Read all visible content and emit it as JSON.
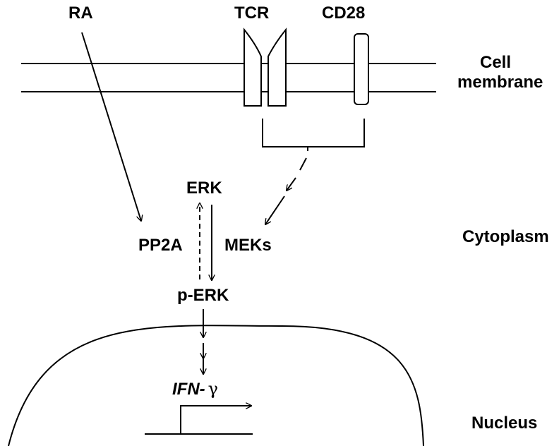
{
  "labels": {
    "ra": "RA",
    "tcr": "TCR",
    "cd28": "CD28",
    "cell_membrane_line1": "Cell",
    "cell_membrane_line2": "membrane",
    "erk": "ERK",
    "pp2a": "PP2A",
    "meks": "MEKs",
    "cytoplasm": "Cytoplasm",
    "p_erk": "p-ERK",
    "ifn_prefix": "IFN-",
    "ifn_gamma": "γ",
    "nucleus": "Nucleus"
  },
  "colors": {
    "stroke": "#000000",
    "background": "#ffffff"
  }
}
